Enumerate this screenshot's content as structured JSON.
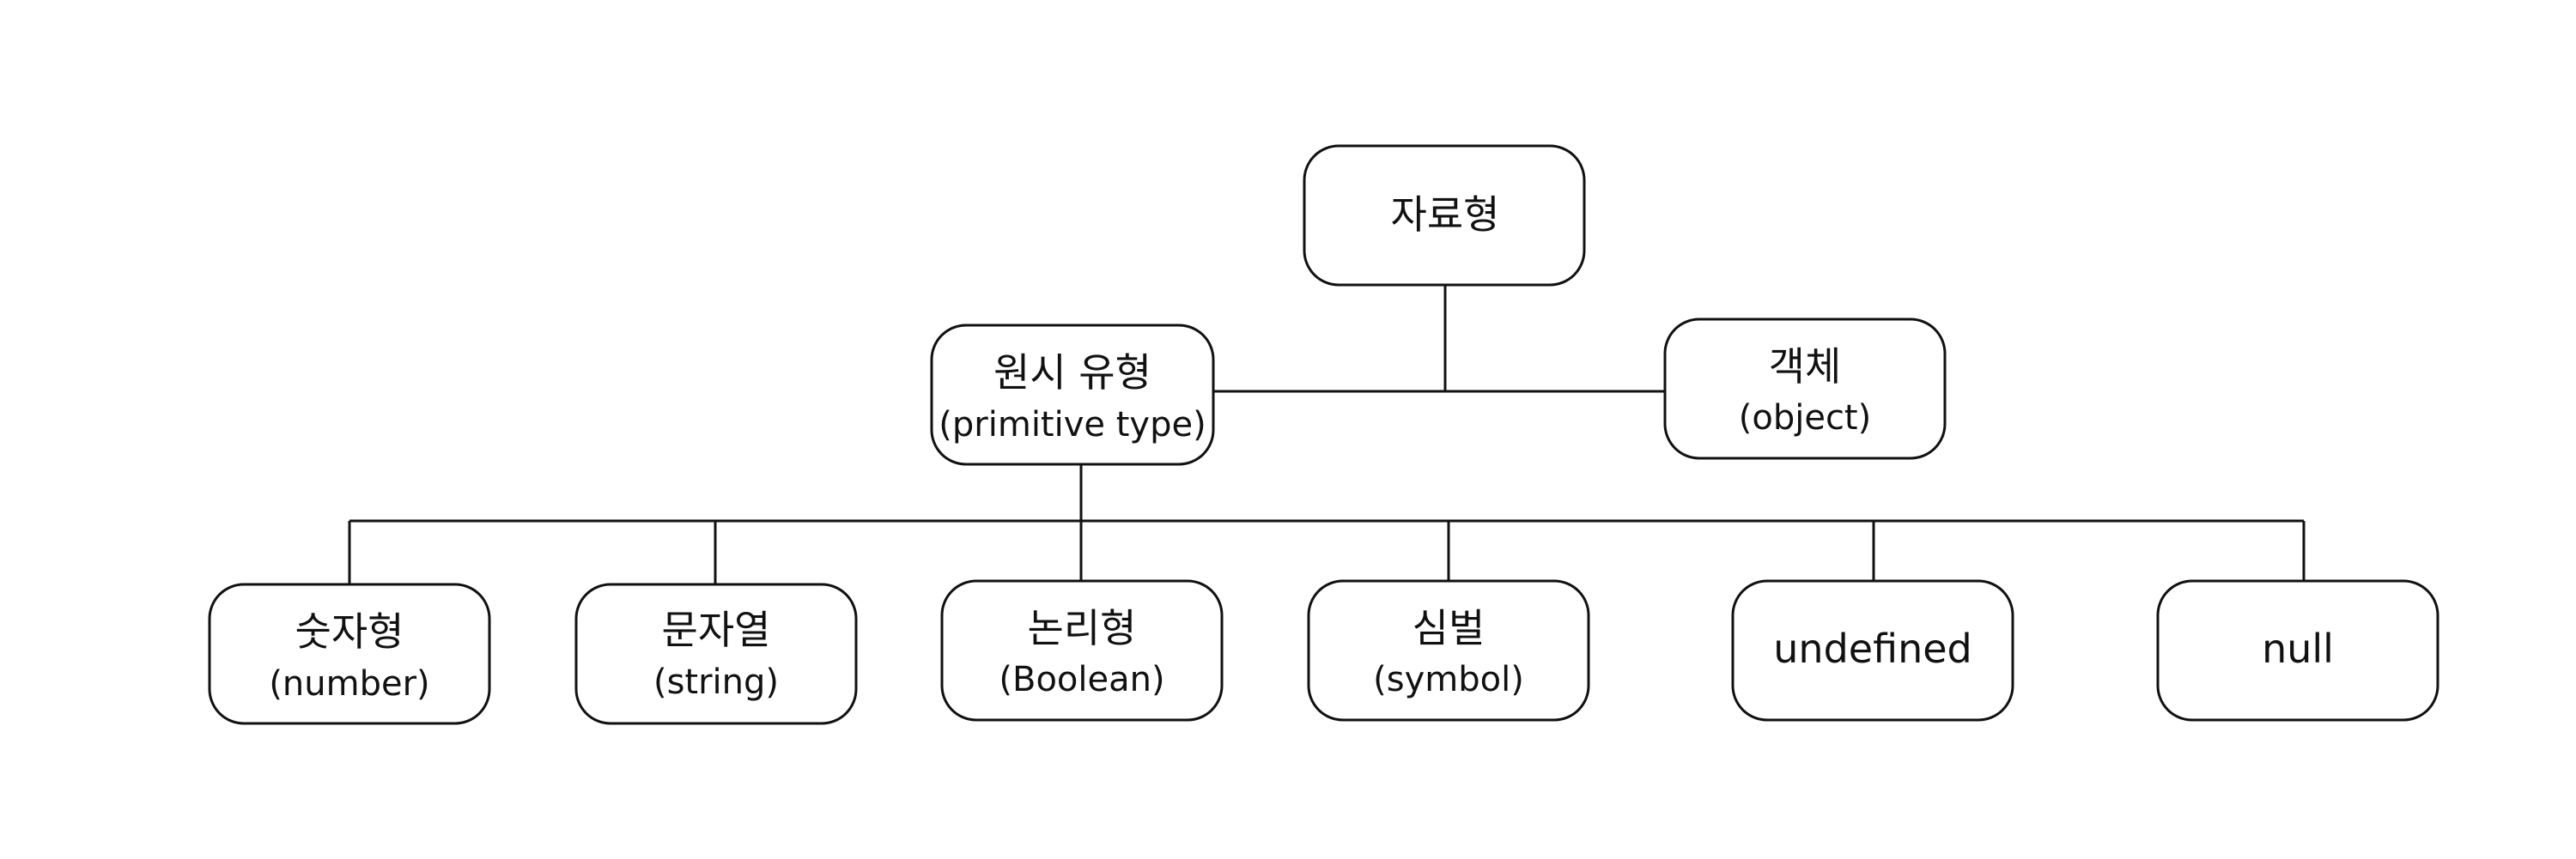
{
  "diagram": {
    "root": {
      "label": "자료형"
    },
    "primitive": {
      "label": "원시 유형",
      "sublabel": "(primitive type)"
    },
    "object": {
      "label": "객체",
      "sublabel": "(object)"
    },
    "types": [
      {
        "label": "숫자형",
        "sublabel": "(number)"
      },
      {
        "label": "문자열",
        "sublabel": "(string)"
      },
      {
        "label": "논리형",
        "sublabel": "(Boolean)"
      },
      {
        "label": "심벌",
        "sublabel": "(symbol)"
      },
      {
        "label": "undefined"
      },
      {
        "label": "null"
      }
    ]
  }
}
